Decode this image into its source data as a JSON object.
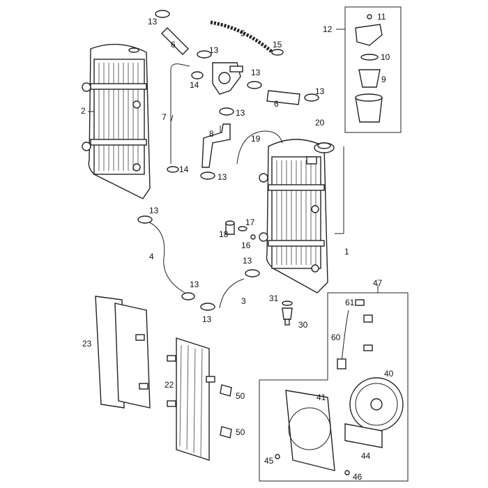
{
  "diagram": {
    "labels": {
      "l1": "1",
      "l2": "2",
      "l3": "3",
      "l4": "4",
      "l5": "5",
      "l6a": "6",
      "l6b": "6",
      "l7": "7",
      "l8": "8",
      "l9": "9",
      "l10": "10",
      "l11": "11",
      "l12": "12",
      "l13_1": "13",
      "l13_2": "13",
      "l13_3": "13",
      "l13_4": "13",
      "l13_5": "13",
      "l13_6": "13",
      "l13_7": "13",
      "l13_8": "13",
      "l13_9": "13",
      "l13_10": "13",
      "l14a": "14",
      "l14b": "14",
      "l15": "15",
      "l16": "16",
      "l17": "17",
      "l18": "18",
      "l19": "19",
      "l20": "20",
      "l22": "22",
      "l23": "23",
      "l30": "30",
      "l31": "31",
      "l40": "40",
      "l41": "41",
      "l44": "44",
      "l45": "45",
      "l46": "46",
      "l47": "47",
      "l50a": "50",
      "l50b": "50",
      "l60": "60",
      "l61": "61"
    }
  }
}
